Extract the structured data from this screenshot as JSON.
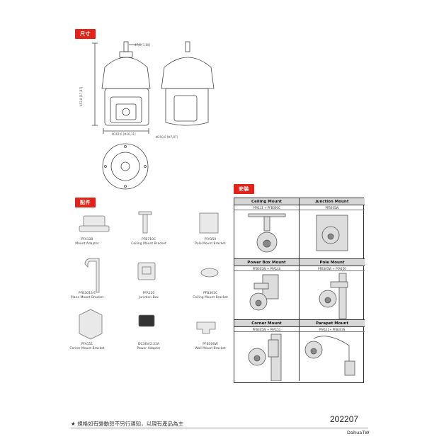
{
  "sections": {
    "dimensions": "尺寸",
    "accessories": "配件",
    "installation": "安裝"
  },
  "dimensions": {
    "cable_width": "47,6 [1,88]",
    "height": "453,8 [17,87]",
    "body_diameter": "Φ261,6 [Φ10,31]",
    "head_diameter": "Φ200,0 [Φ7,87]"
  },
  "accessories": [
    {
      "code": "PFA138",
      "name": "Mount Adapter"
    },
    {
      "code": "PFB710C",
      "name": "Ceiling Mount Bracket"
    },
    {
      "code": "PFA150",
      "name": "Pole Mount Bracket"
    },
    {
      "code": "PFB301S-E",
      "name": "Plane Mount Bracket"
    },
    {
      "code": "PFA120",
      "name": "Junction Box"
    },
    {
      "code": "PFB301C",
      "name": "Ceiling Mount Bracket"
    },
    {
      "code": "PFA151",
      "name": "Corner Mount Bracket"
    },
    {
      "code": "DC36V/2.22A",
      "name": "Power Adapter"
    },
    {
      "code": "PFB306W",
      "name": "Wall Mount Bracket"
    }
  ],
  "installation": [
    {
      "title": "Ceiling Mount",
      "parts": "PFA111 + PFB300C"
    },
    {
      "title": "Junction Mount",
      "parts": "PFB305W"
    },
    {
      "title": "Power Box Mount",
      "parts": "PFB305W + PFA140"
    },
    {
      "title": "Pole Mount",
      "parts": "PFB305W + PFA150"
    },
    {
      "title": "Corner Mount",
      "parts": "PFB305W + PFA151"
    },
    {
      "title": "Parapet Mount",
      "parts": "PFA111+ PFB303S"
    }
  ],
  "footer": {
    "note": "★ 規格如有變動恕不另行通知，以現有產品為主",
    "code": "202207",
    "brand": "DahuaTW"
  }
}
